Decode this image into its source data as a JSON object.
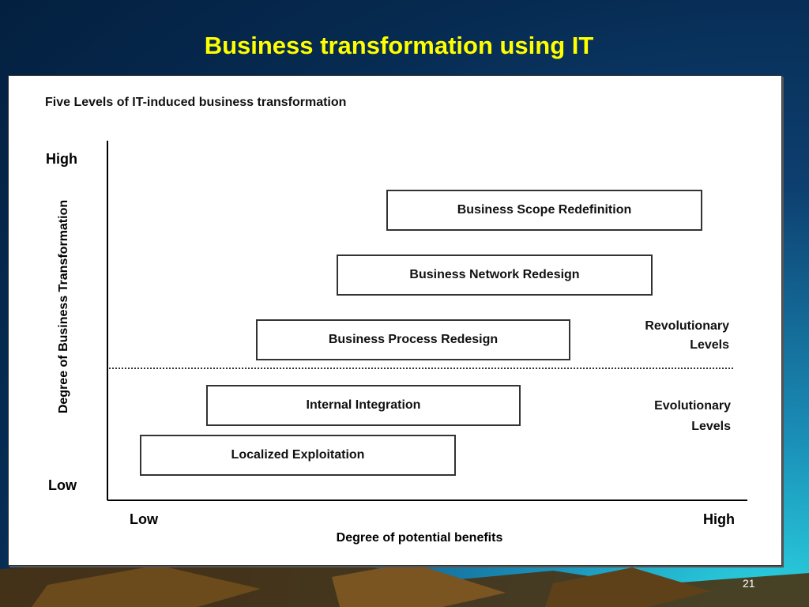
{
  "slide": {
    "title": "Business transformation using IT",
    "page_number": "21"
  },
  "diagram": {
    "subtitle": "Five Levels of IT-induced business transformation",
    "y_axis": {
      "title": "Degree of Business Transformation",
      "high": "High",
      "low": "Low"
    },
    "x_axis": {
      "title": "Degree of potential benefits",
      "low": "Low",
      "high": "High"
    },
    "levels": [
      {
        "label": "Business Scope Redefinition"
      },
      {
        "label": "Business Network Redesign"
      },
      {
        "label": "Business Process Redesign"
      },
      {
        "label": "Internal Integration"
      },
      {
        "label": "Localized Exploitation"
      }
    ],
    "groups": {
      "revolutionary": {
        "line1": "Revolutionary",
        "line2": "Levels"
      },
      "evolutionary": {
        "line1": "Evolutionary",
        "line2": "Levels"
      }
    }
  }
}
